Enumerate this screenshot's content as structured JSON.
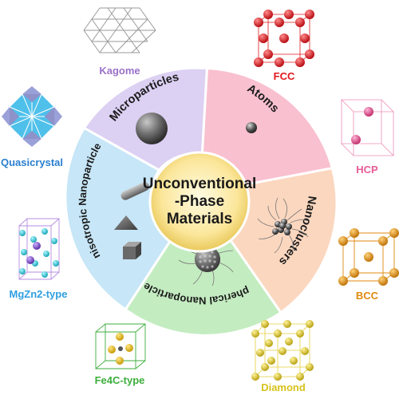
{
  "center": {
    "lines": [
      "Unconventional",
      "-Phase",
      "Materials"
    ]
  },
  "categories": [
    {
      "label": "Atoms",
      "color": "#f9c0cf"
    },
    {
      "label": "Nanoclusters",
      "color": "#fbd7bf"
    },
    {
      "label": "Spherical Nanoparticles",
      "color": "#c4ecc1"
    },
    {
      "label": "Anisotropic Nanoparticles",
      "color": "#c7e6f7"
    },
    {
      "label": "Microparticles",
      "color": "#dcd0f3"
    }
  ],
  "structures": [
    {
      "label": "Kagome",
      "color": "#9a71c9"
    },
    {
      "label": "FCC",
      "color": "#e0191f"
    },
    {
      "label": "HCP",
      "color": "#e75c98"
    },
    {
      "label": "BCC",
      "color": "#e08a10"
    },
    {
      "label": "Diamond",
      "color": "#d6c21a"
    },
    {
      "label": "Fe4C-type",
      "color": "#3cae3c"
    },
    {
      "label": "MgZn2-type",
      "color": "#2f9fdf"
    },
    {
      "label": "Quasicrystal",
      "color": "#2a7fcf"
    }
  ]
}
